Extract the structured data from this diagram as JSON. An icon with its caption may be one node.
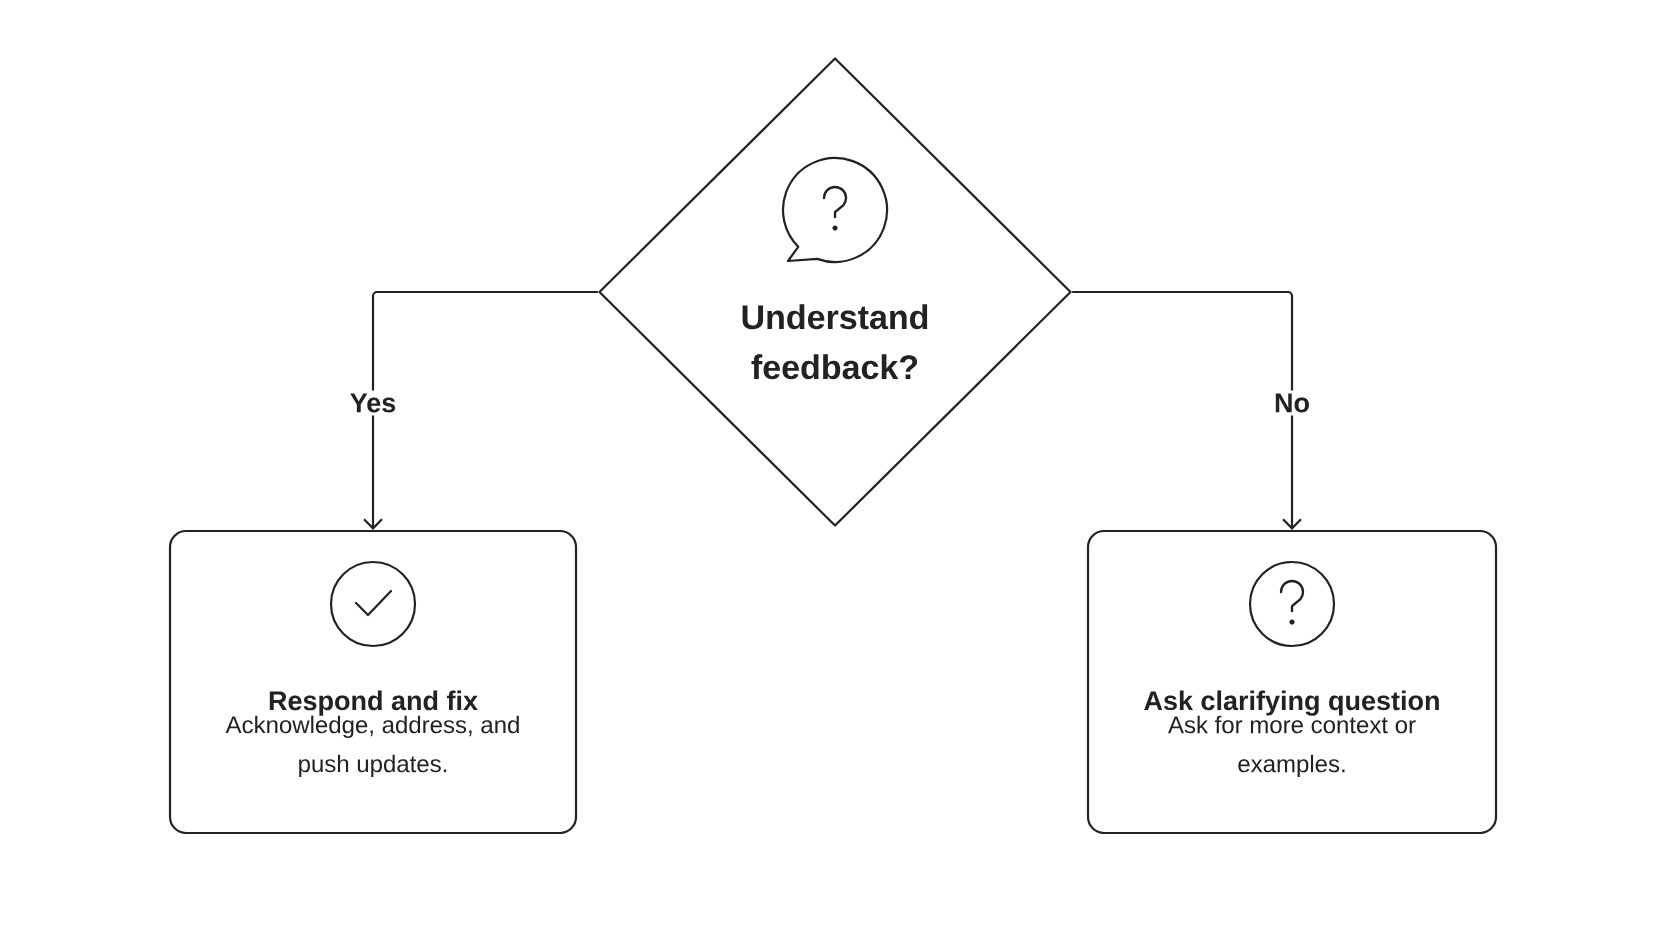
{
  "diagram": {
    "nodes": [
      {
        "text": [
          "Understand feedback?"
        ]
      },
      {
        "text": [
          "Respond and fix",
          "Acknowledge, address, and push updates."
        ]
      },
      {
        "text": [
          "Ask clarifying question",
          "Ask for more context or examples."
        ]
      }
    ],
    "edges": [
      {
        "from": 0,
        "to": 1,
        "arrow": "to",
        "label": "Yes"
      },
      {
        "from": 0,
        "to": 2,
        "arrow": "to",
        "label": "No"
      }
    ]
  }
}
